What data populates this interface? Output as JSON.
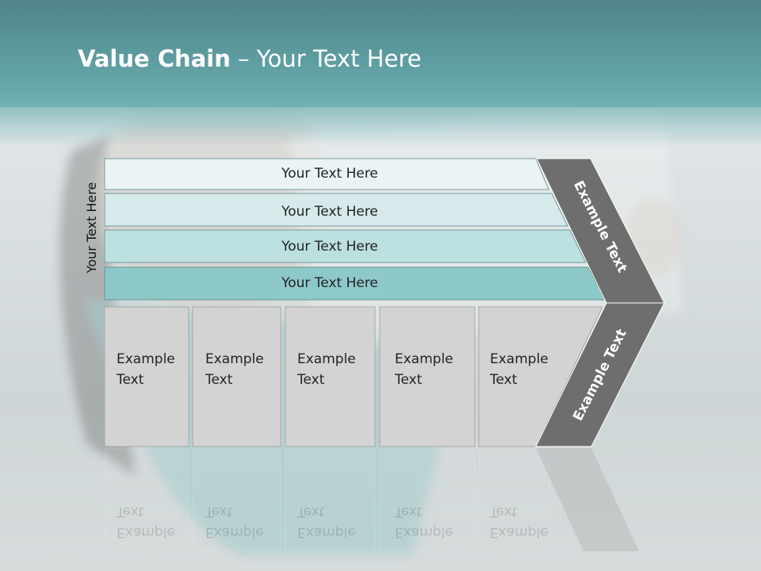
{
  "title": {
    "bold": "Value Chain",
    "rest": " – Your Text Here"
  },
  "vertical_label": "Your Text Here",
  "rows": [
    {
      "label": "Your Text Here",
      "color": "#eaf4f4"
    },
    {
      "label": "Your Text Here",
      "color": "#d6eaeb"
    },
    {
      "label": "Your Text Here",
      "color": "#bcdfe0"
    },
    {
      "label": "Your Text Here",
      "color": "#8ec9ca"
    }
  ],
  "boxes": [
    {
      "line1": "Example",
      "line2": "Text"
    },
    {
      "line1": "Example",
      "line2": "Text"
    },
    {
      "line1": "Example",
      "line2": "Text"
    },
    {
      "line1": "Example",
      "line2": "Text"
    },
    {
      "line1": "Example",
      "line2": "Text"
    }
  ],
  "chevron_upper": {
    "label": "Example Text"
  },
  "chevron_lower": {
    "label": "Example Text"
  },
  "colors": {
    "header": "#5d9ca0",
    "chevron": "#6e6e6e",
    "box": "#d3d3d3"
  }
}
